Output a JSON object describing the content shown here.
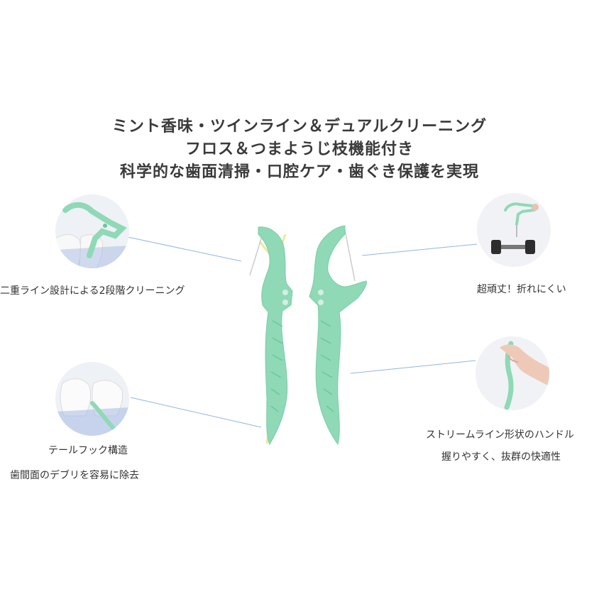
{
  "headline": {
    "line1": "ミント香味・ツインライン＆デュアルクリーニング",
    "line2": "フロス＆つまようじ枝機能付き",
    "line3": "科学的な歯面清掃・口腔ケア・歯ぐき保護を実現"
  },
  "features": {
    "double_line": {
      "text": "二重ライン設計による2段階クリーニング"
    },
    "durable": {
      "text": "超頑丈！折れにくい"
    },
    "tail_hook": {
      "title": "テールフック構造",
      "desc": "歯間面のデブリを容易に除去"
    },
    "handle": {
      "title": "ストリームライン形状のハンドル",
      "desc": "握りやすく、抜群の快適性"
    }
  },
  "colors": {
    "mint": "#8fd9b6",
    "mint_dark": "#6cc79e",
    "yellow_outline": "#f2e69b",
    "callout_line": "#8fb7e0"
  }
}
